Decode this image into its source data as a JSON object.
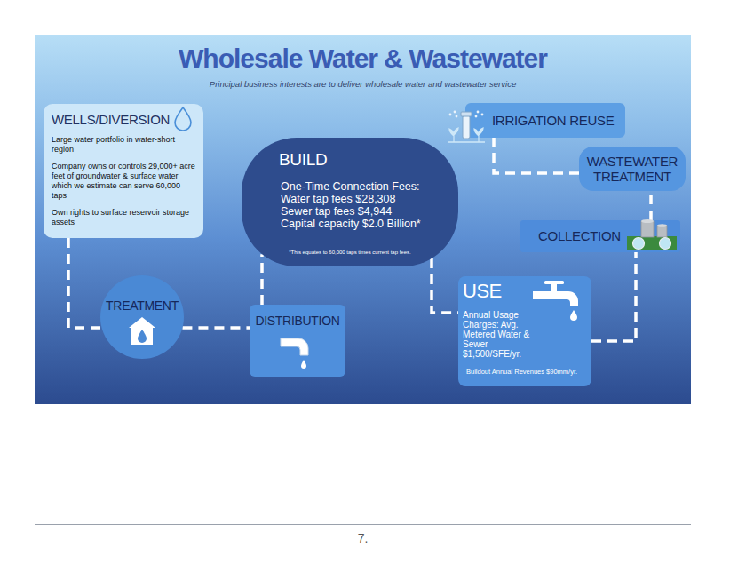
{
  "diagram": {
    "title": "Wholesale Water & Wastewater",
    "nodes": [
      {
        "text": [
          "WELLS/DIVERSION",
          "Large water portfolio in water-short region",
          "Company owns or controls 29,000+ acre feet of groundwater & surface water which we estimate can serve 60,000 taps",
          "Own rights to surface reservoir storage assets"
        ]
      },
      {
        "text": [
          "IRRIGATION REUSE"
        ]
      },
      {
        "text": [
          "BUILD",
          "One-Time Connection Fees:",
          "Water tap fees $28,308",
          "Sewer tap fees $4,944",
          "Capital capacity $2.0 Billion*",
          "*This equates to 60,000 taps times current tap fees."
        ]
      },
      {
        "text": [
          "WASTEWATER TREATMENT"
        ]
      },
      {
        "text": [
          "COLLECTION"
        ]
      },
      {
        "text": [
          "TREATMENT"
        ]
      },
      {
        "text": [
          "USE",
          "Annual Usage Charges: Avg. Metered Water & Sewer $1,500/SFE/yr.",
          "Buildout Annual Revenues $90mm/yr."
        ]
      },
      {
        "text": [
          "DISTRIBUTION"
        ]
      }
    ],
    "edges": [
      {
        "from": 0,
        "to": 5,
        "arrow": "none"
      },
      {
        "from": 5,
        "to": 7,
        "arrow": "none"
      },
      {
        "from": 7,
        "to": 2,
        "arrow": "none"
      },
      {
        "from": 2,
        "to": 6,
        "arrow": "none"
      },
      {
        "from": 6,
        "to": 4,
        "arrow": "none"
      },
      {
        "from": 4,
        "to": 3,
        "arrow": "none"
      },
      {
        "from": 3,
        "to": 1,
        "arrow": "none"
      }
    ],
    "labels": [
      "Principal business interests are to deliver wholesale water and wastewater service",
      "7."
    ]
  }
}
